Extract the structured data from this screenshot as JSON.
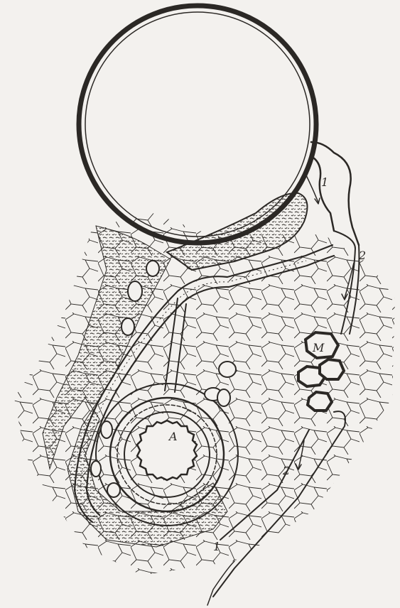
{
  "figure": {
    "labels": {
      "arrow_1_upper": "1",
      "arrow_2_right": "2",
      "arrow_2_lower": "2",
      "arrow_1_bottom": "1",
      "alveolus_M": "M",
      "bronchus_A": "A"
    }
  },
  "colors": {
    "ink": "#2b2825",
    "paper": "#f3f1ee"
  }
}
